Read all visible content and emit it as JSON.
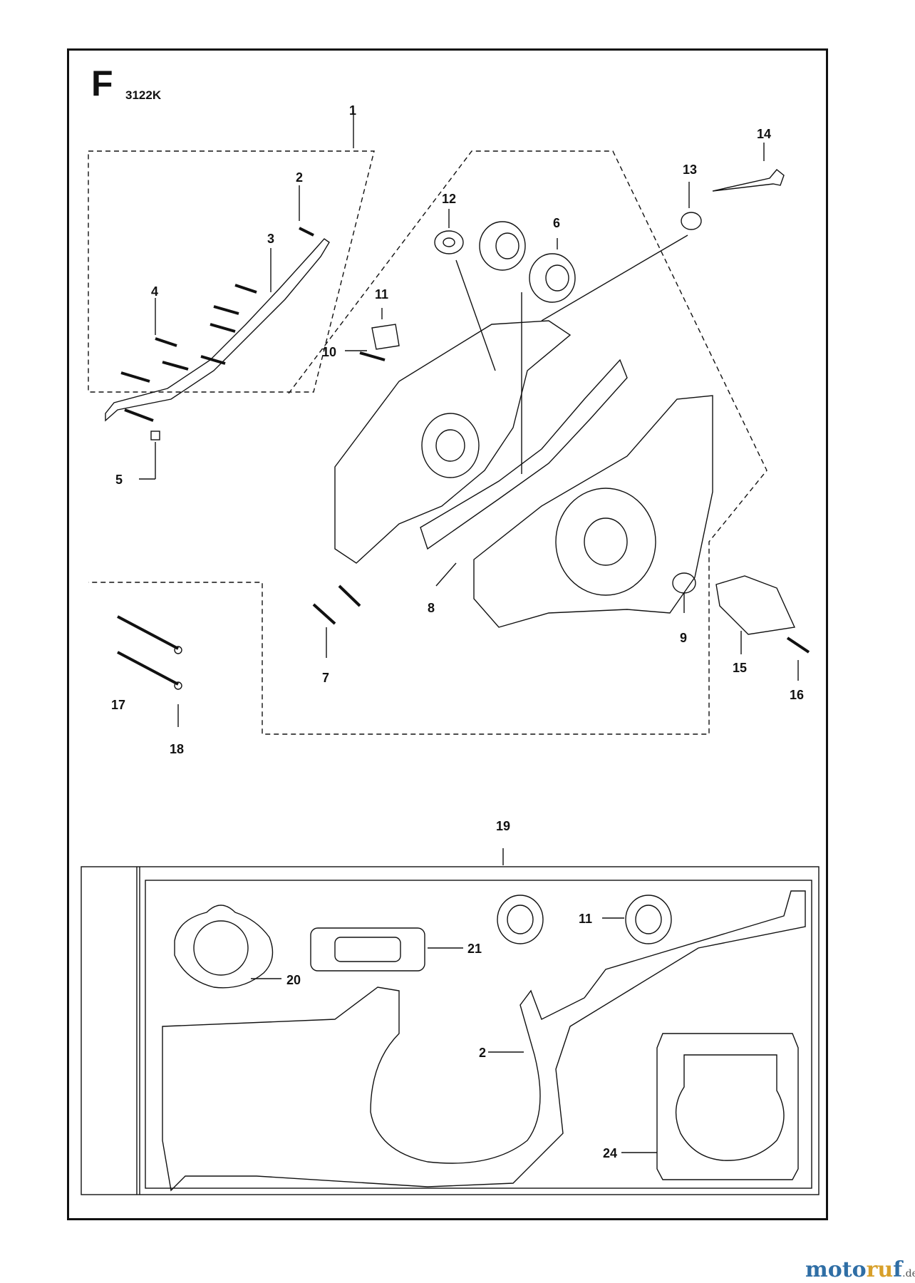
{
  "section": {
    "letter": "F",
    "code": "3122K"
  },
  "callouts": {
    "c1": "1",
    "c2": "2",
    "c3": "3",
    "c4": "4",
    "c5": "5",
    "c6": "6",
    "c7": "7",
    "c8": "8",
    "c9": "9",
    "c10": "10",
    "c11": "11",
    "c12": "12",
    "c13": "13",
    "c14": "14",
    "c15": "15",
    "c16": "16",
    "c17": "17",
    "c18": "18",
    "c19": "19",
    "k11": "11",
    "k20": "20",
    "k21": "21",
    "k2": "2",
    "k24": "24"
  },
  "watermark": {
    "brand_a": "moto",
    "brand_b": "ru",
    "brand_c": "f",
    "tld": ".de",
    "colors": {
      "a": "#2f6ea5",
      "b": "#d8a02a",
      "c": "#2f6ea5"
    }
  }
}
